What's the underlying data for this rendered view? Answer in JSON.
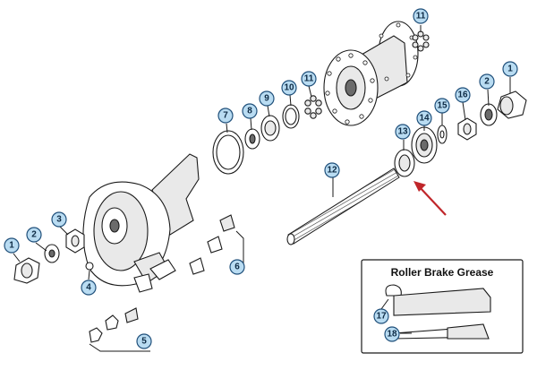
{
  "callouts": [
    {
      "id": "c1a",
      "label": "1"
    },
    {
      "id": "c2a",
      "label": "2"
    },
    {
      "id": "c16",
      "label": "16"
    },
    {
      "id": "c15",
      "label": "15"
    },
    {
      "id": "c14",
      "label": "14"
    },
    {
      "id": "c13",
      "label": "13"
    },
    {
      "id": "c11a",
      "label": "11"
    },
    {
      "id": "c11b",
      "label": "11"
    },
    {
      "id": "c10",
      "label": "10"
    },
    {
      "id": "c9",
      "label": "9"
    },
    {
      "id": "c8",
      "label": "8"
    },
    {
      "id": "c7",
      "label": "7"
    },
    {
      "id": "c12",
      "label": "12"
    },
    {
      "id": "c3",
      "label": "3"
    },
    {
      "id": "c2b",
      "label": "2"
    },
    {
      "id": "c1b",
      "label": "1"
    },
    {
      "id": "c4",
      "label": "4"
    },
    {
      "id": "c5",
      "label": "5"
    },
    {
      "id": "c6",
      "label": "6"
    },
    {
      "id": "c17",
      "label": "17"
    },
    {
      "id": "c18",
      "label": "18"
    }
  ],
  "grease_box": {
    "title": "Roller Brake Grease"
  },
  "colors": {
    "callout_fill": "#b9dcf2",
    "arrow": "#c0262a"
  }
}
